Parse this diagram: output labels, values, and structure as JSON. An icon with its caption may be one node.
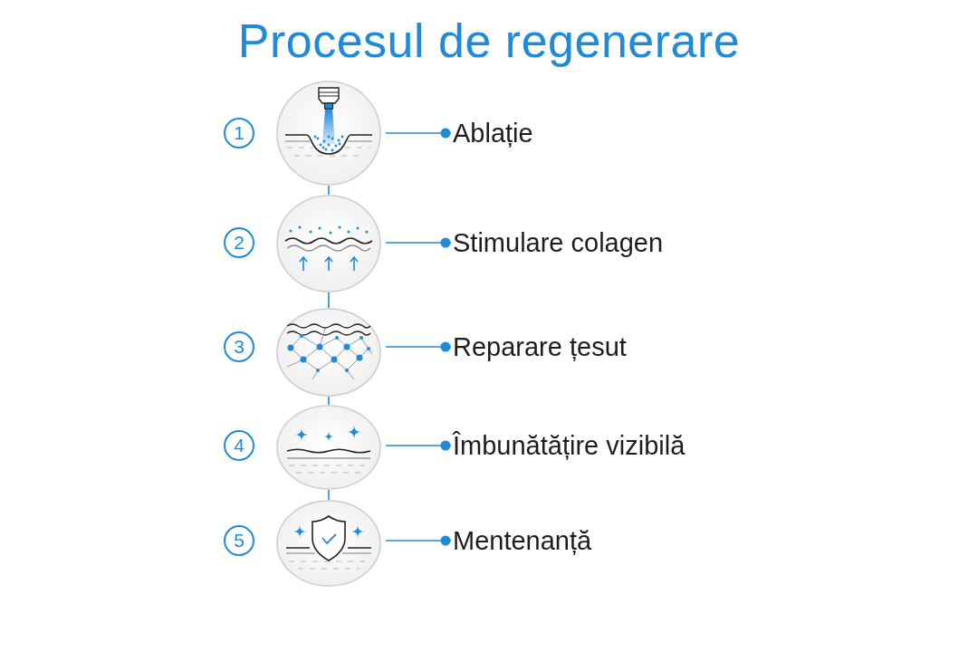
{
  "diagram": {
    "title": "Procesul de regenerare",
    "nodes": [
      {
        "text": [
          "1"
        ]
      },
      {
        "text": [],
        "shape": "picture"
      },
      {
        "text": [
          "Ablație"
        ]
      },
      {
        "text": [
          "2"
        ]
      },
      {
        "text": [],
        "shape": "picture"
      },
      {
        "text": [
          "Stimulare colagen"
        ]
      },
      {
        "text": [
          "3"
        ]
      },
      {
        "text": [],
        "shape": "picture"
      },
      {
        "text": [
          "Reparare țesut"
        ]
      },
      {
        "text": [
          "4"
        ]
      },
      {
        "text": [],
        "shape": "picture"
      },
      {
        "text": [
          "Îmbunătățire vizibilă"
        ]
      },
      {
        "text": [
          "5"
        ]
      },
      {
        "text": [],
        "shape": "picture"
      },
      {
        "text": [
          "Mentenanță"
        ]
      }
    ],
    "edges": [
      {
        "from": 1,
        "to": 2,
        "arrow": "other"
      },
      {
        "from": 1,
        "to": 4,
        "arrow": "none"
      },
      {
        "from": 4,
        "to": 5,
        "arrow": "other"
      },
      {
        "from": 4,
        "to": 7,
        "arrow": "none"
      },
      {
        "from": 7,
        "to": 8,
        "arrow": "other"
      },
      {
        "from": 7,
        "to": 10,
        "arrow": "none"
      },
      {
        "from": 10,
        "to": 11,
        "arrow": "other"
      },
      {
        "from": 10,
        "to": 13,
        "arrow": "none"
      },
      {
        "from": 13,
        "to": 14,
        "arrow": "other"
      }
    ]
  }
}
